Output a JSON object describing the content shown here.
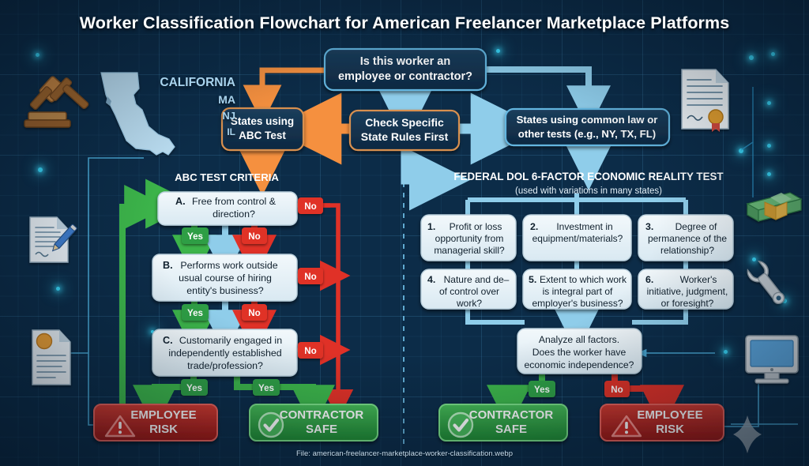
{
  "title": "Worker Classification Flowchart for American Freelancer Marketplace Platforms",
  "caption": "File: american-freelancer-marketplace-worker-classification.webp",
  "colors": {
    "background": "#0c2c48",
    "grid_line": "#56aadc",
    "orange": "#f5903f",
    "light_blue_arrow": "#8fcdea",
    "green": "#3cb44a",
    "red": "#e03127",
    "box_light": "#e8f2f8",
    "box_dark": "#14334e",
    "employee_risk_fill": "#b7231f",
    "contractor_safe_fill": "#2e9e41",
    "text_light": "#ffffff",
    "text_dark": "#11212e"
  },
  "states_panel": {
    "items": [
      "CALIFORNIA",
      "MA",
      "NJ",
      "IL"
    ]
  },
  "nodes": {
    "root": "Is this worker an\nemployee or contractor?",
    "check_state_rules": "Check Specific\nState Rules First",
    "abc_states": "States using\nABC Test",
    "common_law_states": "States using common law or\nother tests (e.g., NY, TX, FL)"
  },
  "abc_section": {
    "heading": "ABC TEST CRITERIA",
    "criteria": [
      {
        "letter": "A.",
        "text": "Free from control &\ndirection?"
      },
      {
        "letter": "B.",
        "text": "Performs work outside\nusual course of hiring\nentity's business?"
      },
      {
        "letter": "C.",
        "text": "Customarily engaged in\nindependently established\ntrade/profession?"
      }
    ],
    "outcome_employee": "EMPLOYEE\nRISK",
    "outcome_contractor": "CONTRACTOR\nSAFE"
  },
  "dol_section": {
    "heading": "FEDERAL DOL 6-FACTOR ECONOMIC REALITY TEST",
    "subheading": "(used with variations in many states)",
    "factors": [
      {
        "num": "1.",
        "text": "Profit or loss\nopportunity from\nmanagerial skill?"
      },
      {
        "num": "2.",
        "text": "Investment in\nequipment/materials?"
      },
      {
        "num": "3.",
        "text": "Degree of\npermanence of the\nrelationship?"
      },
      {
        "num": "4.",
        "text": "Nature and de–\nof control over\nwork?"
      },
      {
        "num": "5.",
        "text": "Extent to which work\nis integral part of\nemployer's business?"
      },
      {
        "num": "6.",
        "text": "Worker's\ninitiative, judgment,\nor foresight?"
      }
    ],
    "analyze": "Analyze all factors.\nDoes the worker have\neconomic independence?",
    "outcome_contractor": "CONTRACTOR\nSAFE",
    "outcome_employee": "EMPLOYEE\nRISK"
  },
  "edge_labels": {
    "yes": "Yes",
    "no": "No"
  },
  "decorative_icons": [
    "gavel-icon",
    "california-map-icon",
    "document-pencil-icon",
    "document-seal-icon",
    "certificate-icon",
    "money-stack-icon",
    "wrench-icon",
    "monitor-icon",
    "sparkle-icon"
  ]
}
